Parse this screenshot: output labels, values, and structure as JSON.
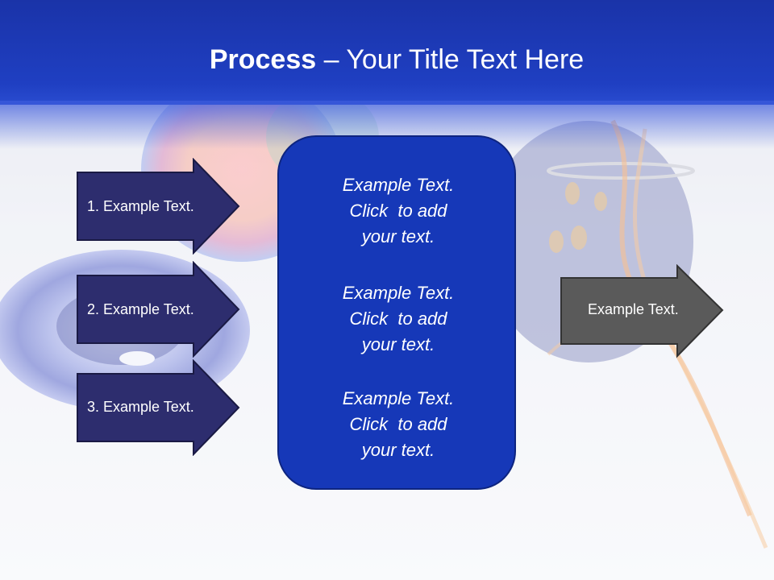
{
  "title": {
    "bold": "Process",
    "rest": " – Your Title Text Here"
  },
  "left_arrows": [
    {
      "label": "1. Example Text."
    },
    {
      "label": "2. Example Text."
    },
    {
      "label": "3. Example Text."
    }
  ],
  "center_box": {
    "blocks": [
      {
        "lines": [
          "Example Text.",
          "Click  to add",
          "your text."
        ]
      },
      {
        "lines": [
          "Example Text.",
          "Click  to add",
          "your text."
        ]
      },
      {
        "lines": [
          "Example Text.",
          "Click  to add",
          "your text."
        ]
      }
    ]
  },
  "right_arrow": {
    "label": "Example Text."
  },
  "colors": {
    "title_bar": "#1f3fc2",
    "left_arrow_fill": "#2d2d6e",
    "center_box_fill": "#1638b8",
    "right_arrow_fill": "#5a5a5a"
  }
}
